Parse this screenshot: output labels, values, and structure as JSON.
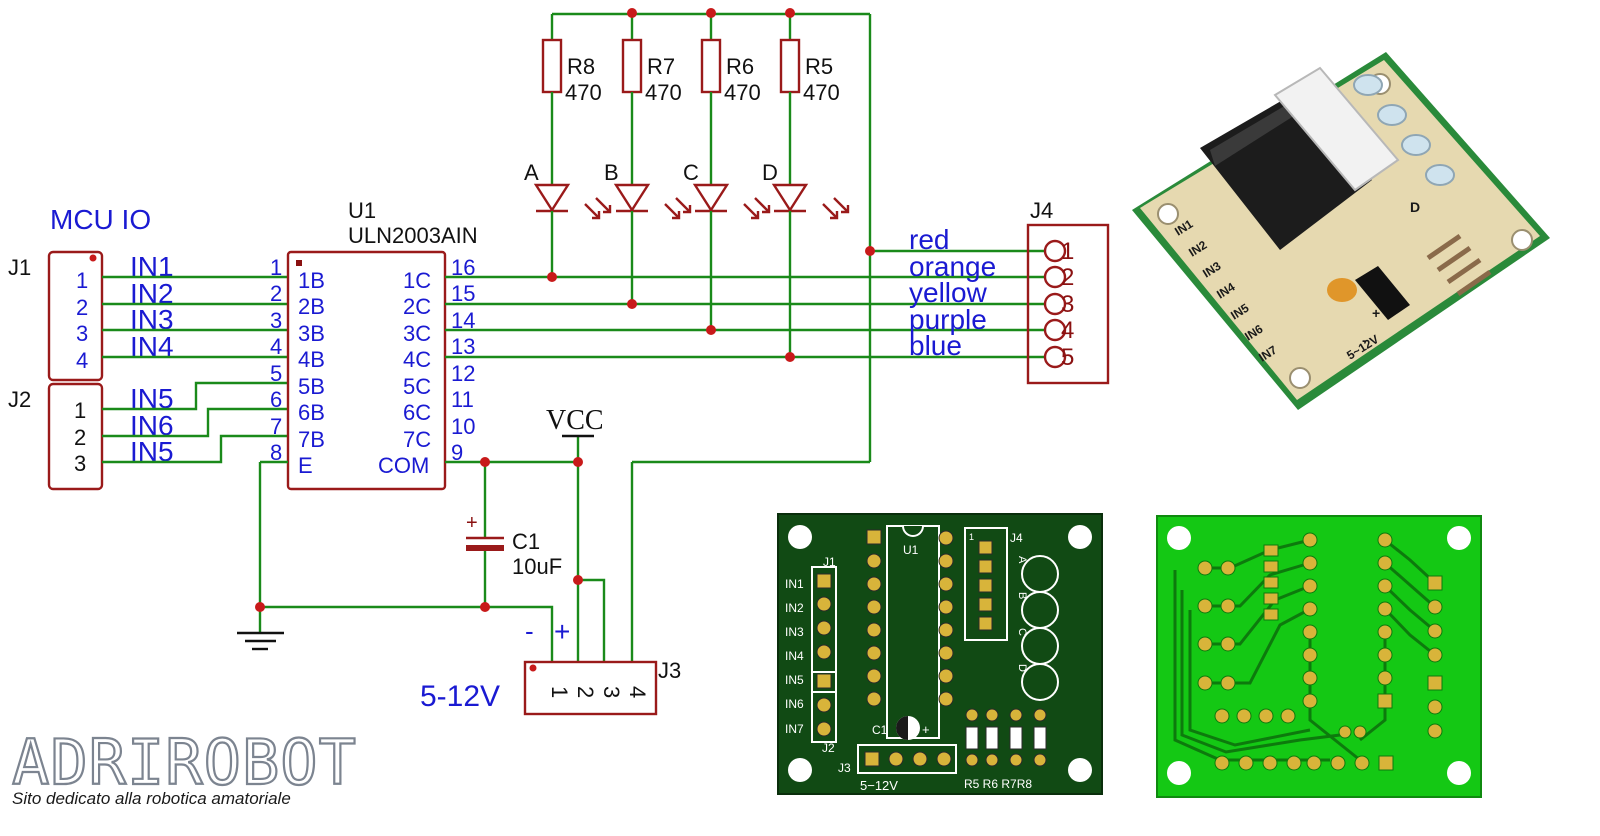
{
  "schematic": {
    "mcu_io_label": "MCU IO",
    "j1": {
      "ref": "J1",
      "pins": [
        "1",
        "2",
        "3",
        "4"
      ],
      "nets": [
        "IN1",
        "IN2",
        "IN3",
        "IN4"
      ]
    },
    "j2": {
      "ref": "J2",
      "pins": [
        "1",
        "2",
        "3"
      ],
      "nets": [
        "IN5",
        "IN6",
        "IN5"
      ]
    },
    "u1": {
      "ref": "U1",
      "part": "ULN2003AIN",
      "left_pins": [
        "1",
        "2",
        "3",
        "4",
        "5",
        "6",
        "7",
        "8"
      ],
      "left_names": [
        "1B",
        "2B",
        "3B",
        "4B",
        "5B",
        "6B",
        "7B",
        "E"
      ],
      "right_pins": [
        "16",
        "15",
        "14",
        "13",
        "12",
        "11",
        "10",
        "9"
      ],
      "right_names": [
        "1C",
        "2C",
        "3C",
        "4C",
        "5C",
        "6C",
        "7C",
        "COM"
      ]
    },
    "resistors": [
      {
        "ref": "R8",
        "value": "470"
      },
      {
        "ref": "R7",
        "value": "470"
      },
      {
        "ref": "R6",
        "value": "470"
      },
      {
        "ref": "R5",
        "value": "470"
      }
    ],
    "leds": [
      "A",
      "B",
      "C",
      "D"
    ],
    "j4": {
      "ref": "J4",
      "pins": [
        "1",
        "2",
        "3",
        "4",
        "5"
      ],
      "wires": [
        "red",
        "orange",
        "yellow",
        "purple",
        "blue"
      ]
    },
    "vcc": "VCC",
    "c1": {
      "ref": "C1",
      "value": "10uF",
      "plus": "+"
    },
    "j3": {
      "ref": "J3",
      "pins": [
        "1",
        "2",
        "3",
        "4"
      ],
      "minus": "-",
      "plus": "+",
      "voltage": "5-12V"
    }
  },
  "logo": {
    "name": "ADRIROBOT",
    "tagline": "Sito dedicato alla robotica amatoriale"
  },
  "photo": {
    "inputs": [
      "IN1",
      "IN2",
      "IN3",
      "IN4",
      "IN5",
      "IN6",
      "IN7"
    ],
    "led_letter": "D",
    "voltage": "5~12V",
    "plus": "+",
    "minus": "-"
  },
  "pcb_top": {
    "inputs": [
      "IN1",
      "IN2",
      "IN3",
      "IN4",
      "IN5",
      "IN6",
      "IN7"
    ],
    "j1": "J1",
    "j2": "J2",
    "j3": "J3",
    "j4": "J4",
    "u1": "U1",
    "c1": "C1",
    "voltage": "5−12V",
    "resistor_refs": "R5 R6 R7R8",
    "j4_marker": "1",
    "led_letters": [
      "A",
      "B",
      "C",
      "D"
    ],
    "plus": "+"
  },
  "colors": {
    "wire": "#1a8a1a",
    "component": "#9a1a1a",
    "net_label": "#1a1ad2",
    "pcb_top": "#114a14",
    "pcb_bottom": "#14c814",
    "pad": "#d8b43a"
  }
}
